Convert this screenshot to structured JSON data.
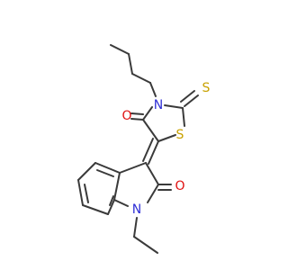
{
  "molecule": {
    "atoms": {
      "n_thiazolidine": "N",
      "s_ring": "S",
      "s_thione": "S",
      "o_thiazolidinone": "O",
      "o_indolinone": "O",
      "n_indoline": "N"
    }
  },
  "colors": {
    "bond": "#3a3a3a",
    "nitrogen": "#2f2fd6",
    "sulfur": "#c8a100",
    "oxygen": "#e01010",
    "background": "#ffffff"
  }
}
